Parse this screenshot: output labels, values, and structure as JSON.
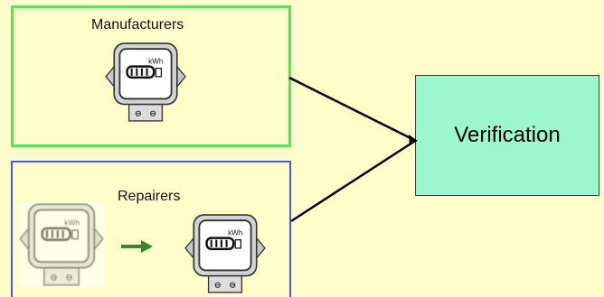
{
  "groups": {
    "manufacturers": {
      "label": "Manufacturers",
      "border_color": "#5ee15a"
    },
    "repairers": {
      "label": "Repairers",
      "border_color": "#4a5ae0"
    }
  },
  "verification": {
    "label": "Verification",
    "fill_color": "#9cf6cf"
  },
  "meters": {
    "unit": "kWh"
  },
  "colors": {
    "background": "#fffdc9",
    "arrow": "#000000",
    "transfer_arrow": "#2e8b2e"
  },
  "icons": [
    "kwh-meter-icon",
    "faded-kwh-meter-icon",
    "transfer-arrow-icon"
  ]
}
